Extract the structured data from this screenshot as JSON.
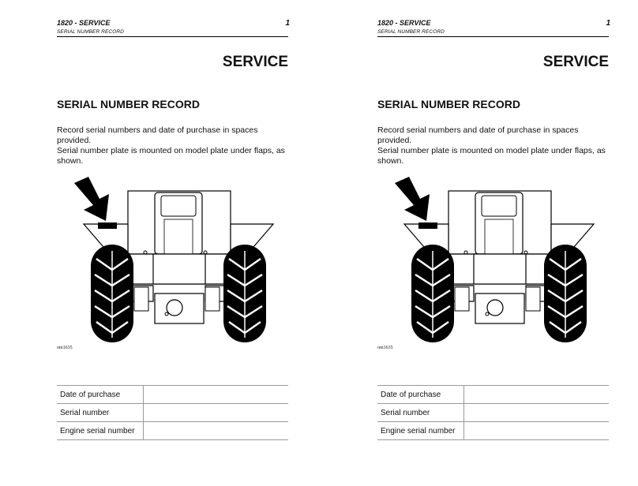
{
  "pages": [
    {
      "header": {
        "title": "1820 - SERVICE",
        "subtitle": "SERIAL NUMBER RECORD",
        "page_number": "1"
      },
      "section_title": "SERVICE",
      "subsection_title": "SERIAL NUMBER RECORD",
      "body_lines": [
        "Record serial numbers and date of purchase in spaces provided.",
        "Serial number plate is mounted on model plate under flaps, as",
        "shown."
      ],
      "figure_code": "om1635",
      "record_rows": [
        {
          "label": "Date of purchase",
          "value": ""
        },
        {
          "label": "Serial number",
          "value": ""
        },
        {
          "label": "Engine serial number",
          "value": ""
        }
      ]
    },
    {
      "header": {
        "title": "1820 - SERVICE",
        "subtitle": "SERIAL NUMBER RECORD",
        "page_number": "1"
      },
      "section_title": "SERVICE",
      "subsection_title": "SERIAL NUMBER RECORD",
      "body_lines": [
        "Record serial numbers and date of purchase in spaces provided.",
        "Serial number plate is mounted on model plate under flaps, as",
        "shown."
      ],
      "figure_code": "om1635",
      "record_rows": [
        {
          "label": "Date of purchase",
          "value": ""
        },
        {
          "label": "Serial number",
          "value": ""
        },
        {
          "label": "Engine serial number",
          "value": ""
        }
      ]
    }
  ]
}
